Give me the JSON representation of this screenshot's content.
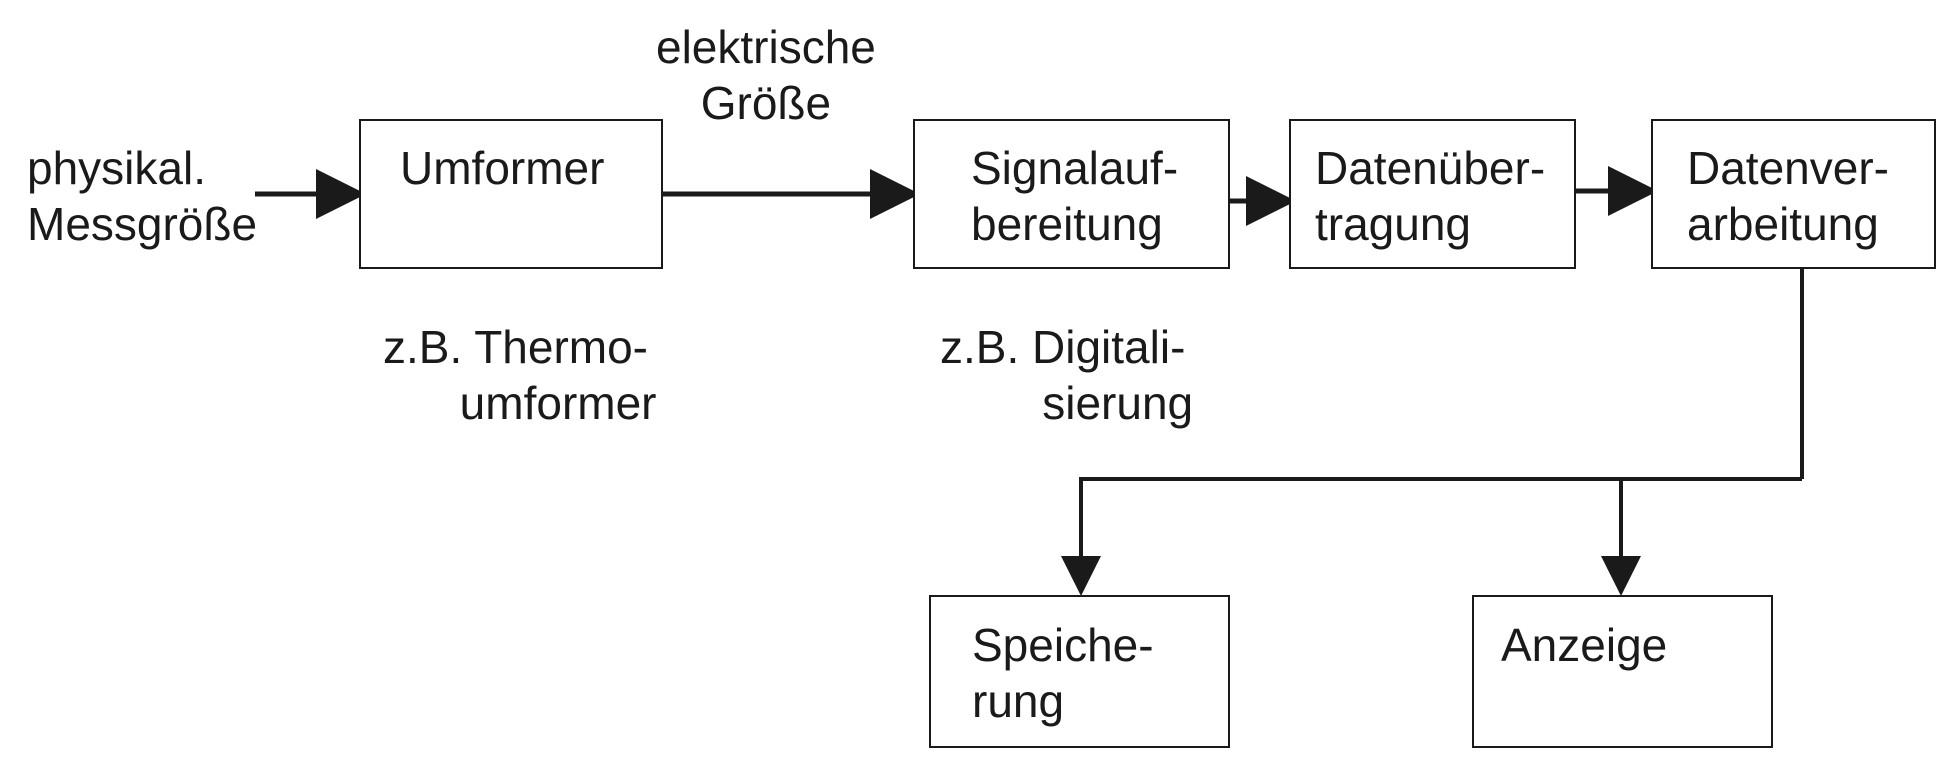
{
  "diagram": {
    "input_label": "physikal.\nMessgröße",
    "signal_label": "elektrische\nGröße",
    "boxes": {
      "umformer": "Umformer",
      "signalaufbereitung": "Signalauf-\nbereitung",
      "datenuebertragung": "Datenüber-\ntragung",
      "datenverarbeitung": "Datenver-\narbeitung",
      "speicherung": "Speiche-\nrung",
      "anzeige": "Anzeige"
    },
    "notes": {
      "umformer_example": "z.B. Thermo-\n      umformer",
      "signal_example": "z.B. Digitali-\n        sierung"
    }
  }
}
